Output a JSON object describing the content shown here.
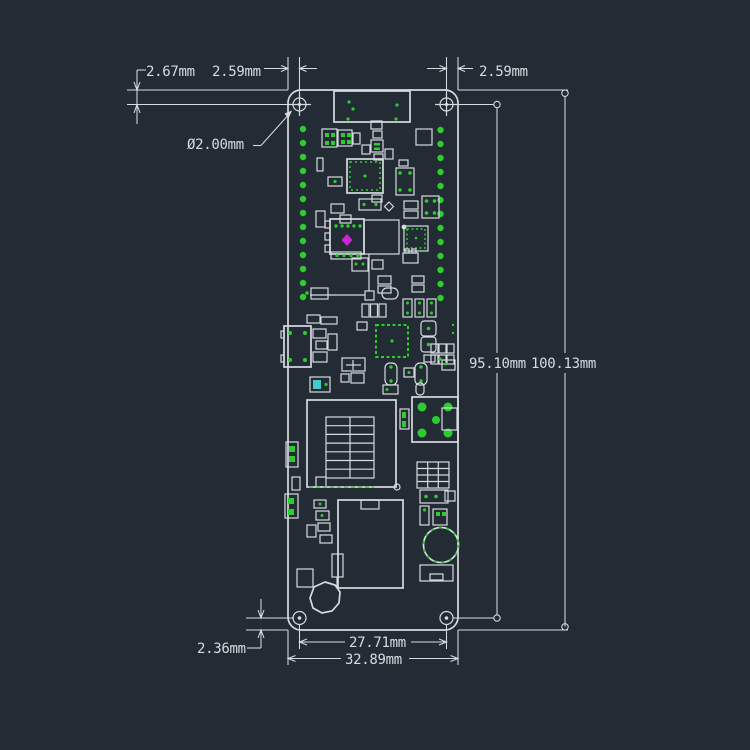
{
  "dimension_labels": {
    "top_edge_to_hole_vertical": "2.67mm",
    "left_edge_to_hole": "2.59mm",
    "right_edge_to_hole": "2.59mm",
    "mounting_hole_diameter": "Ø2.00mm",
    "hole_to_hole_vertical": "95.10mm",
    "board_height": "100.13mm",
    "bottom_edge_to_hole": "2.36mm",
    "hole_to_hole_horizontal": "27.71mm",
    "board_width": "32.89mm"
  },
  "colors": {
    "background": "#232b35",
    "line": "#d7dbdf",
    "pad_green": "#2ecc2e",
    "marker_magenta": "#cf24cf",
    "component_cyan": "#45cbcb"
  }
}
